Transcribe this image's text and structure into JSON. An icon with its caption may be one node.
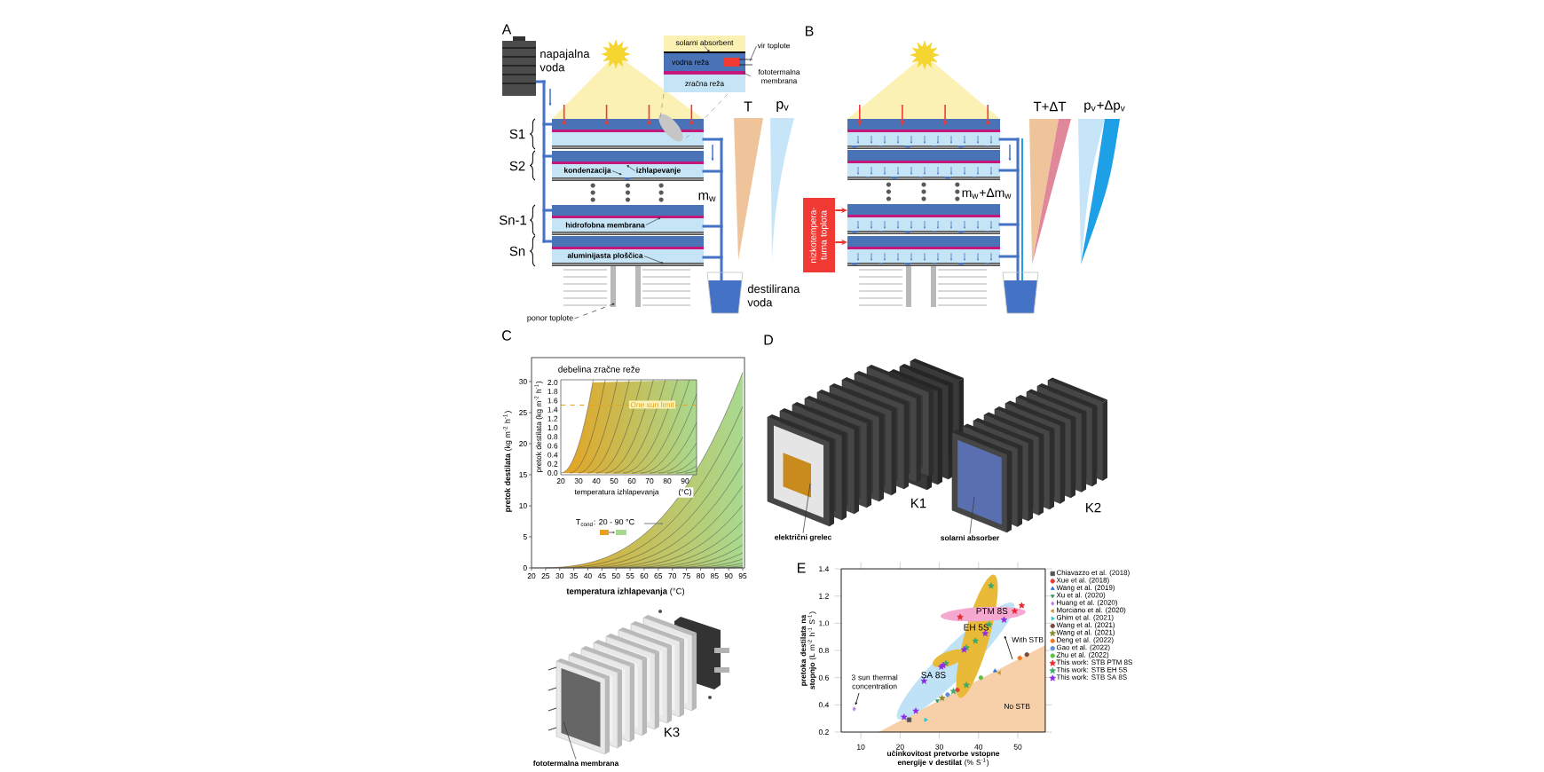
{
  "diagram": {
    "nodes": [
      {
        "text": [],
        "shape": "picture"
      },
      {
        "text": [],
        "shape": "picture"
      },
      {
        "text": [
          "solarni absorbent"
        ],
        "in": 1
      },
      {
        "text": [
          "vir toplote"
        ]
      },
      {
        "text": [
          "fototermalna membrana"
        ]
      },
      {
        "text": [
          "kondenzacija"
        ],
        "in": 0
      },
      {
        "text": [
          "izhlapevanje"
        ],
        "in": 0
      },
      {
        "text": [
          "hidrofobna membrana"
        ],
        "in": 0
      },
      {
        "text": [
          "aluminijasta ploščica"
        ],
        "in": 0
      },
      {
        "text": [
          "T"
        ]
      },
      {
        "text": [
          "p$_{v}$"
        ]
      },
      {
        "text": [
          "ponor toplote"
        ]
      },
      {
        "text": [],
        "shape": "picture"
      },
      {
        "text": [
          "nizkotempera- turna toplota"
        ]
      },
      {
        "text": [
          "T+ΔT"
        ]
      },
      {
        "text": [
          "p$_{v}$+Δp$_{v}$"
        ]
      },
      {
        "text": [],
        "shape": "picture"
      },
      {
        "text": [],
        "shape": "picture"
      },
      {
        "text": [],
        "shape": "picture"
      },
      {
        "text": [
          "električni grelec"
        ]
      },
      {
        "text": [
          "solarni absorber"
        ]
      },
      {
        "text": [
          "fototermalna membrana"
        ]
      }
    ],
    "edges": [
      {
        "from": 2,
        "to": 1,
        "arrow": "to"
      },
      {
        "from": 3,
        "to": 1,
        "arrow": "none"
      },
      {
        "from": 4,
        "to": 1,
        "arrow": "none"
      },
      {
        "from": 5,
        "to": 0,
        "arrow": "to"
      },
      {
        "from": 6,
        "to": 0,
        "arrow": "to"
      },
      {
        "from": 7,
        "to": 0,
        "arrow": "to"
      },
      {
        "from": 8,
        "to": 0,
        "arrow": "to"
      },
      {
        "from": 11,
        "to": 0,
        "arrow": "to",
        "style": "dashed"
      },
      {
        "from": 13,
        "to": 12,
        "arrow": "to",
        "color": "#e8322c"
      },
      {
        "from": 13,
        "to": 12,
        "arrow": "to",
        "color": "#e8322c"
      },
      {
        "from": 19,
        "to": 16,
        "arrow": "none"
      },
      {
        "from": 20,
        "to": 17,
        "arrow": "none"
      },
      {
        "from": 21,
        "to": 18,
        "arrow": "none"
      }
    ],
    "labels": [
      "A",
      "napajalna voda",
      "vodna reža",
      "zračna reža",
      "S1",
      "S2",
      "m$_{w}$",
      "Sn-1",
      "Sn",
      "destilirana voda",
      "B",
      "m$_{w}$+Δm$_{w}$",
      "C",
      "D",
      "debelina zračne reže",
      "pretok destilata (kg m$^{-2}$ h$^{-1}$)",
      "0.0",
      "0.2",
      "0.4",
      "0.6",
      "0.8",
      "1.0",
      "1.2",
      "1.4",
      "1.6",
      "1.8",
      "2.0",
      "One sun limit",
      "20",
      "30",
      "40",
      "50",
      "60",
      "70",
      "80",
      "90",
      "temperatura izhlapevanja",
      "(°C)",
      "T$_{cond}$: 20 - 90 °C",
      "**pretok destilata** (kg m$^{-2}$ h$^{-1}$)",
      "0",
      "5",
      "10",
      "15",
      "20",
      "25",
      "30",
      "20",
      "25",
      "30",
      "35",
      "40",
      "45",
      "50",
      "55",
      "60",
      "65",
      "70",
      "75",
      "80",
      "85",
      "90",
      "95",
      "**temperatura izhlapevanja** (°C)",
      "K1",
      "K2",
      "K3",
      "E"
    ],
    "chart_data": {
      "type": "scatter",
      "xlabel": "**učinkovitost pretvorbe vstopne energije v destilat** (% S$^{-1}$)",
      "ylabel": "**pretoka destilata na stopnjo** (L m$^{-2}$ h$^{-1}$ S$^{-1}$)",
      "xlim": [
        5,
        57
      ],
      "ylim": [
        0.2,
        1.4
      ],
      "xticks": [
        {
          "value": 10,
          "label": "10"
        },
        {
          "value": 20,
          "label": "20"
        },
        {
          "value": 30,
          "label": "30"
        },
        {
          "value": 40,
          "label": "40"
        },
        {
          "value": 50,
          "label": "50"
        }
      ],
      "yticks": [
        {
          "value": 0.2,
          "label": "0.2"
        },
        {
          "value": 0.4,
          "label": "0.4"
        },
        {
          "value": 0.6,
          "label": "0.6"
        },
        {
          "value": 0.8,
          "label": "0.8"
        },
        {
          "value": 1.0,
          "label": "1.0"
        },
        {
          "value": 1.2,
          "label": "1.2"
        },
        {
          "value": 1.4,
          "label": "1.4"
        }
      ],
      "series": [
        {
          "name": "Chiavazzo et al. (2018)",
          "color": "#555555",
          "marker": "square",
          "x": [
            22.3
          ],
          "values": [
            0.29
          ]
        },
        {
          "name": "Xue et al. (2018)",
          "color": "#e8383d",
          "marker": "circle",
          "x": [
            34.6
          ],
          "values": [
            0.51
          ]
        },
        {
          "name": "Wang et al. (2019)",
          "color": "#2f6fd6",
          "marker": "triangle",
          "x": [
            44.2
          ],
          "values": [
            0.65
          ]
        },
        {
          "name": "Xu et al. (2020)",
          "color": "#2e9e6a",
          "marker": "triangle-down",
          "x": [
            29.5
          ],
          "values": [
            0.43
          ]
        },
        {
          "name": "Huang et al. (2020)",
          "color": "#c17ee6",
          "marker": "diamond",
          "x": [
            8.3
          ],
          "values": [
            0.37
          ]
        },
        {
          "name": "Morciano et al. (2020)",
          "color": "#c8962e",
          "marker": "triangle-left",
          "x": [
            45.3
          ],
          "values": [
            0.635
          ]
        },
        {
          "name": "Ghim et al. (2021)",
          "color": "#22c6d6",
          "marker": "triangle-right",
          "x": [
            26.5
          ],
          "values": [
            0.29
          ]
        },
        {
          "name": "Wang et al. (2021)",
          "color": "#7a4a3e",
          "marker": "circle",
          "x": [
            52.3
          ],
          "values": [
            0.77
          ]
        },
        {
          "name": "Wang et al. (2021)",
          "color": "#8a8a2a",
          "marker": "star",
          "x": [
            30.7
          ],
          "values": [
            0.45
          ]
        },
        {
          "name": "Deng et al. (2022)",
          "color": "#f07820",
          "marker": "circle",
          "x": [
            50.5
          ],
          "values": [
            0.745
          ]
        },
        {
          "name": "Gao et al. (2022)",
          "color": "#5b8fd6",
          "marker": "circle",
          "x": [
            32.1
          ],
          "values": [
            0.475
          ]
        },
        {
          "name": "Zhu et al. (2022)",
          "color": "#5cc040",
          "marker": "circle",
          "x": [
            40.6
          ],
          "values": [
            0.6
          ]
        },
        {
          "name": "This work: STB PTM 8S",
          "color": "#e8262a",
          "marker": "star",
          "x": [
            35.3,
            49.2,
            51.0
          ],
          "values": [
            1.045,
            1.09,
            1.13
          ]
        },
        {
          "name": "This work: STB EH 5S",
          "color": "#3aa86a",
          "marker": "star",
          "x": [
            33.6,
            36.9,
            31.7,
            36.9,
            39.2,
            42.7,
            43.2
          ],
          "values": [
            0.5,
            0.545,
            0.705,
            0.82,
            0.87,
            0.99,
            1.275
          ]
        },
        {
          "name": "This work: STB SA 8S",
          "color": "#8a2be2",
          "marker": "star",
          "x": [
            21.0,
            24.0,
            26.1,
            30.5,
            31.0,
            36.3,
            41.7,
            46.5
          ],
          "values": [
            0.31,
            0.355,
            0.575,
            0.68,
            0.69,
            0.805,
            0.925,
            1.025
          ]
        }
      ],
      "legend": "right",
      "annotations": [
        "PTM 8S",
        "EH 5S",
        "SA 8S",
        "With STB",
        "3 sun thermal concentration",
        "No STB"
      ]
    }
  }
}
